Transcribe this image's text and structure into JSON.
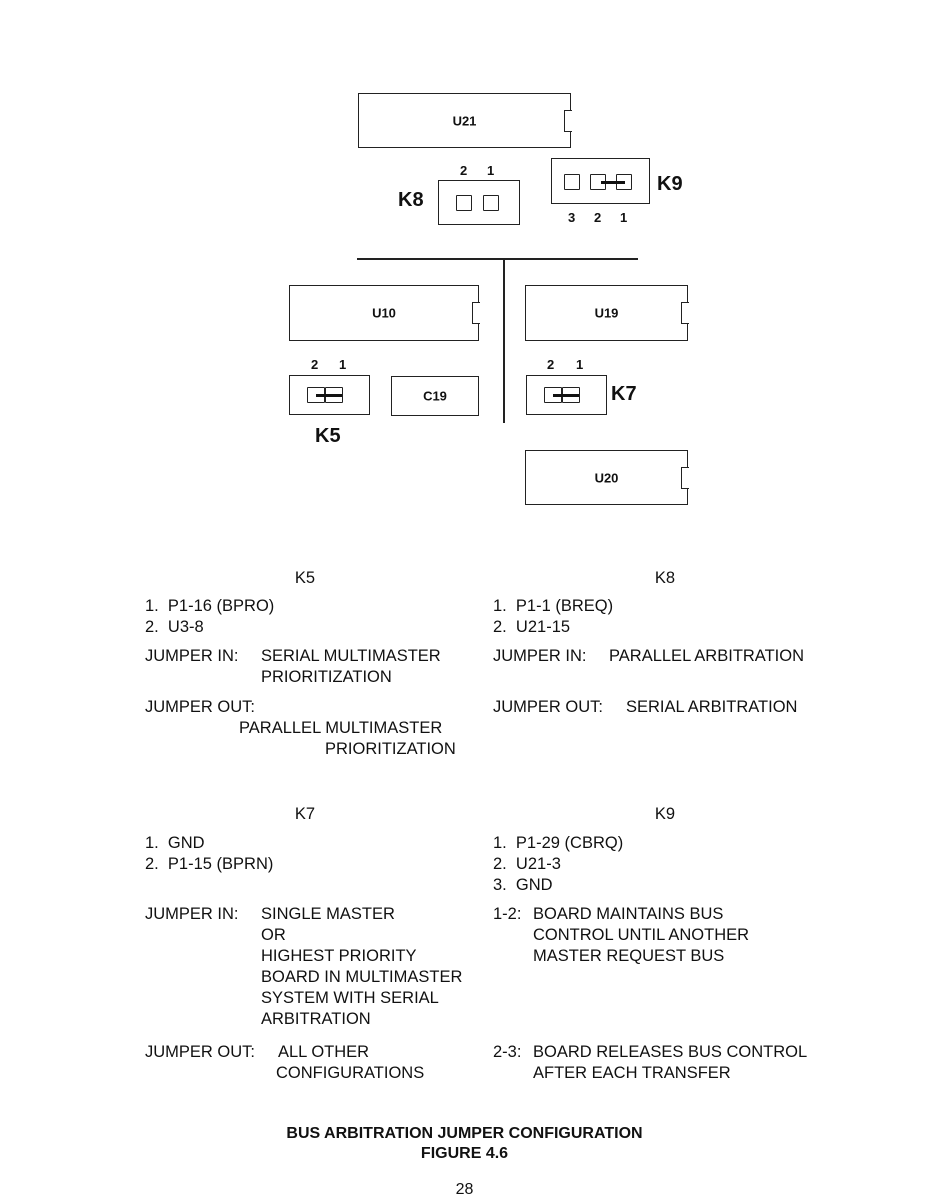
{
  "diagram": {
    "chips": {
      "u21": "U21",
      "u10": "U10",
      "u19": "U19",
      "u20": "U20",
      "c19": "C19"
    },
    "jumpers": {
      "k8": {
        "name": "K8",
        "pins": [
          "2",
          "1"
        ],
        "installed": "none"
      },
      "k9": {
        "name": "K9",
        "pins": [
          "3",
          "2",
          "1"
        ],
        "installed": "1-2"
      },
      "k5": {
        "name": "K5",
        "pins": [
          "2",
          "1"
        ],
        "installed": "1-2"
      },
      "k7": {
        "name": "K7",
        "pins": [
          "2",
          "1"
        ],
        "installed": "1-2"
      }
    }
  },
  "sections": {
    "k5": {
      "title": "K5",
      "items": [
        "1.  P1-16 (BPRO)",
        "2.  U3-8"
      ],
      "in_label": "JUMPER IN:",
      "in_text": [
        "SERIAL MULTIMASTER",
        "PRIORITIZATION"
      ],
      "out_label": "JUMPER OUT:",
      "out_text": [
        "PARALLEL MULTIMASTER",
        "PRIORITIZATION"
      ]
    },
    "k8": {
      "title": "K8",
      "items": [
        "1.  P1-1 (BREQ)",
        "2.  U21-15"
      ],
      "in_label": "JUMPER IN:",
      "in_text": "PARALLEL ARBITRATION",
      "out_label": "JUMPER OUT:",
      "out_text": "SERIAL ARBITRATION"
    },
    "k7": {
      "title": "K7",
      "items": [
        "1.  GND",
        "2.  P1-15 (BPRN)"
      ],
      "in_label": "JUMPER IN:",
      "in_text": [
        "SINGLE MASTER",
        "OR",
        "HIGHEST PRIORITY",
        "BOARD IN MULTIMASTER",
        "SYSTEM WITH SERIAL",
        "ARBITRATION"
      ],
      "out_label": "JUMPER OUT:",
      "out_text": [
        "ALL OTHER",
        "CONFIGURATIONS"
      ]
    },
    "k9": {
      "title": "K9",
      "items": [
        "1.  P1-29 (CBRQ)",
        "2.  U21-3",
        "3.  GND"
      ],
      "opt1_label": "1-2:",
      "opt1_text": [
        "BOARD MAINTAINS BUS",
        "CONTROL UNTIL ANOTHER",
        "MASTER REQUEST BUS"
      ],
      "opt2_label": "2-3:",
      "opt2_text": [
        "BOARD RELEASES BUS CONTROL",
        "AFTER EACH TRANSFER"
      ]
    }
  },
  "caption": {
    "title": "BUS ARBITRATION JUMPER CONFIGURATION",
    "figure": "FIGURE 4.6"
  },
  "page_number": "28"
}
